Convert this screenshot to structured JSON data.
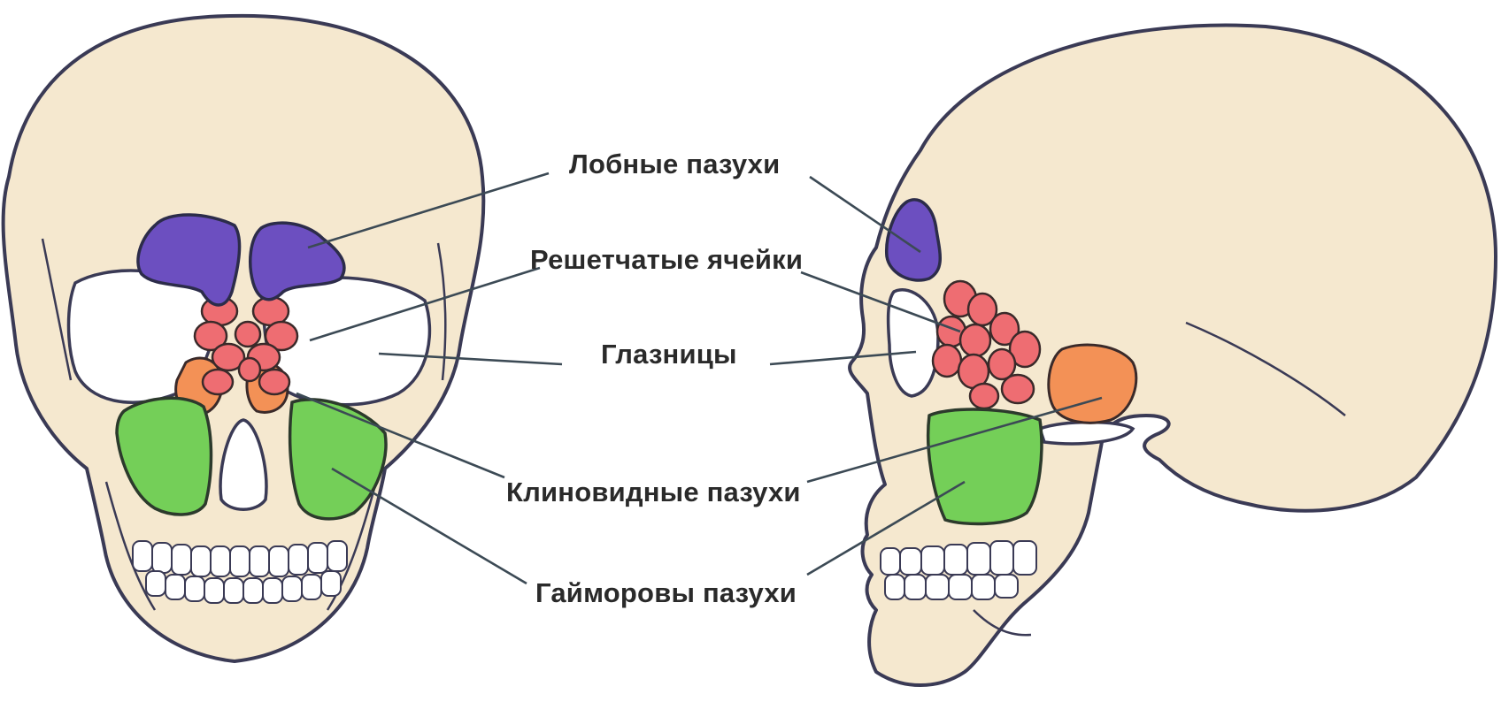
{
  "labels": {
    "frontal": "Лобные пазухи",
    "ethmoid": "Решетчатые ячейки",
    "orbits": "Глазницы",
    "sphenoid": "Клиновидные пазухи",
    "maxillary": "Гайморовы пазухи"
  },
  "colors": {
    "bone": "#f5e8cf",
    "frontal_sinus": "#6c4fc0",
    "ethmoid_cells": "#ee6d72",
    "sphenoid_sinus": "#f39156",
    "maxillary_sinus": "#74cf58"
  }
}
